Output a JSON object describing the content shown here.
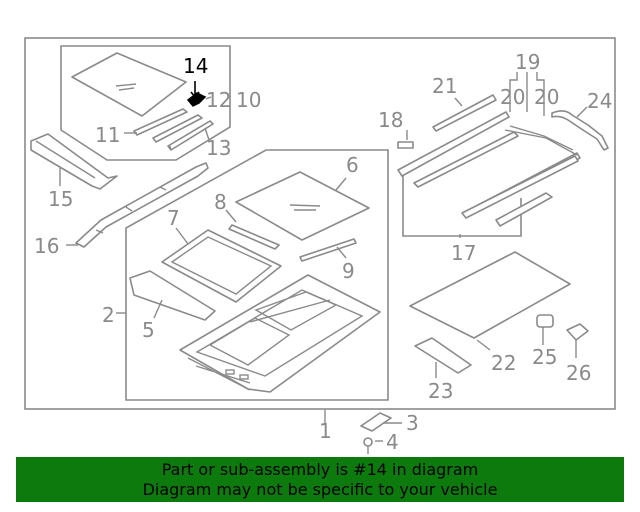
{
  "diagram": {
    "callouts": {
      "c1": "1",
      "c2": "2",
      "c3": "3",
      "c4": "4",
      "c5": "5",
      "c6": "6",
      "c7": "7",
      "c8": "8",
      "c9": "9",
      "c10": "10",
      "c11": "11",
      "c12": "12",
      "c13": "13",
      "c14": "14",
      "c15": "15",
      "c16": "16",
      "c17": "17",
      "c18": "18",
      "c19": "19",
      "c20a": "20",
      "c20b": "20",
      "c21": "21",
      "c22": "22",
      "c23": "23",
      "c24": "24",
      "c25": "25",
      "c26": "26"
    },
    "highlight_color": "#000000",
    "line_color": "#8a8a8a"
  },
  "banner": {
    "line1": "Part or sub-assembly is #14 in diagram",
    "line2": "Diagram may not be specific to your vehicle",
    "background": "#0d7a0d"
  }
}
